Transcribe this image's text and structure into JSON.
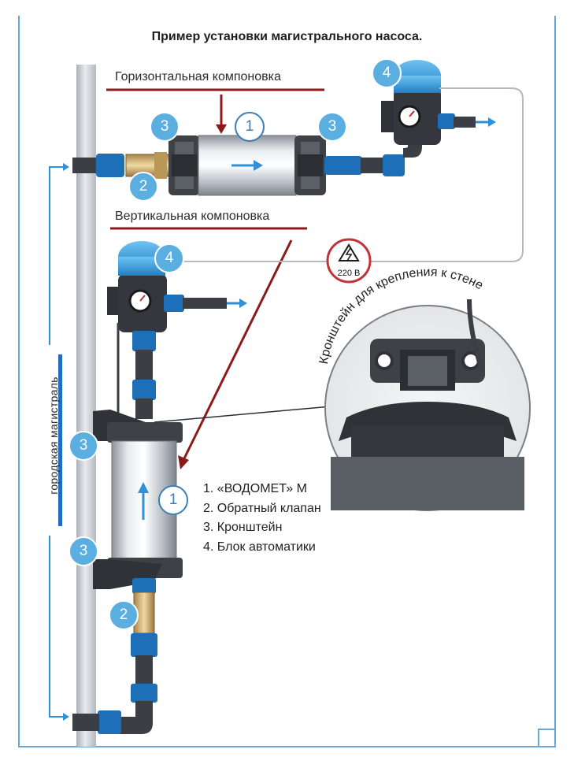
{
  "title": "Пример установки магистрального насоса.",
  "layouts": {
    "horizontal": "Горизонтальная компоновка",
    "vertical": "Вертикальная компоновка"
  },
  "main_line_label": "городская магистраль",
  "bracket_caption": "Кронштейн для крепления к стене",
  "voltage": "220 В",
  "legend": [
    "1. «ВОДОМЕТ» М",
    "2. Обратный клапан",
    "3. Кронштейн",
    "4. Блок автоматики"
  ],
  "markers": {
    "h_pump": "1",
    "h_valve": "2",
    "h_bracket_left": "3",
    "h_bracket_right": "3",
    "h_control": "4",
    "v_pump": "1",
    "v_valve": "2",
    "v_bracket_top": "3",
    "v_bracket_bottom": "3",
    "v_control": "4"
  },
  "colors": {
    "accent_blue": "#2f8fd8",
    "marker_fill": "#5aaee0",
    "underline_red": "#8b1a1a",
    "pipe_gray": "#c9ced4",
    "fitting_blue": "#1d6fb8"
  }
}
